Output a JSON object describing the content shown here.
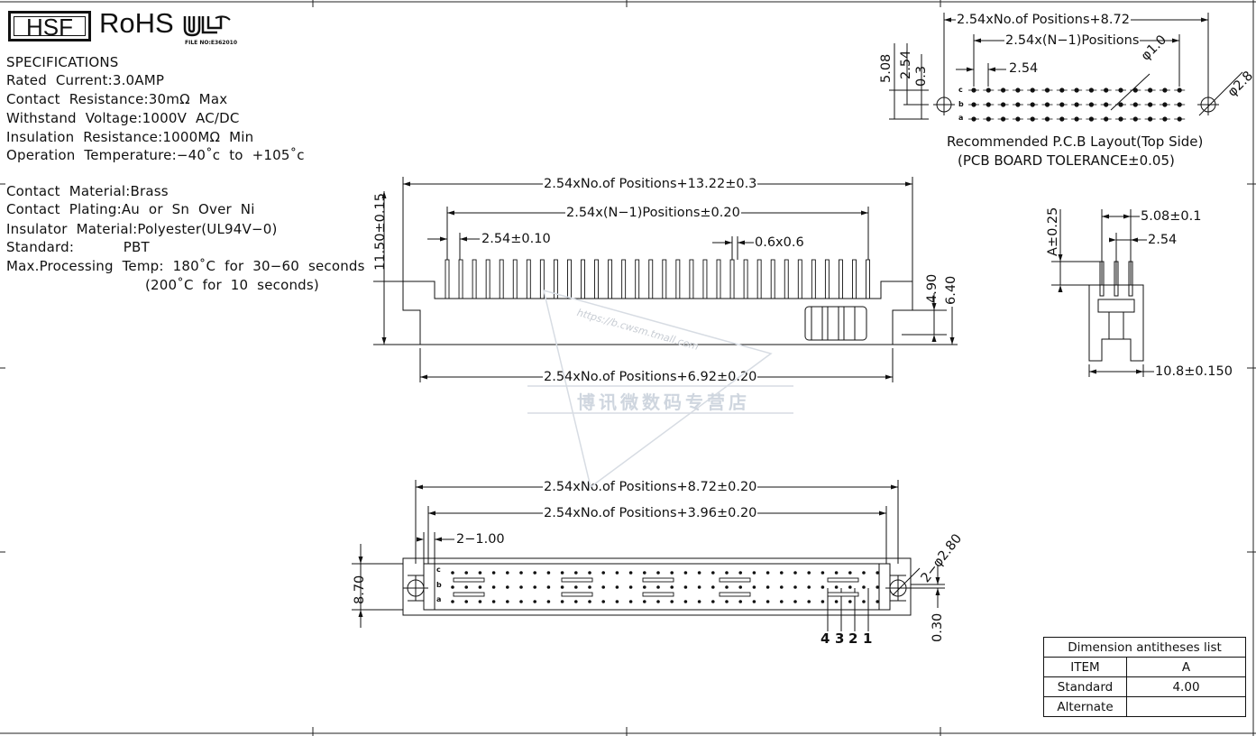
{
  "logo": {
    "brand": "HSF",
    "rohs": "RoHS",
    "file_no": "FILE NO:E362010"
  },
  "specifications": {
    "heading": "SPECIFICATIONS",
    "lines": [
      "Rated  Current:3.0AMP",
      "Contact  Resistance:30mΩ  Max",
      "Withstand  Voltage:1000V  AC/DC",
      "Insulation  Resistance:1000MΩ  Min",
      "Operation  Temperature:−40˚c  to  +105˚c"
    ],
    "lines2": [
      "Contact  Material:Brass",
      "Contact  Plating:Au  or  Sn  Over  Ni",
      "Insulator  Material:Polyester(UL94V−0)",
      "Standard:           PBT",
      "Max.Processing  Temp:  180˚C  for  30−60  seconds",
      "                               (200˚C  for  10  seconds)"
    ]
  },
  "pcb_layout": {
    "dim_total": "2.54xNo.of  Positions+8.72",
    "dim_n1": "2.54x(N−1)Positions",
    "dim_pitch": "2.54",
    "dim_hole": "φ1.0",
    "dim_mount": "φ2.8",
    "v_508": "5.08",
    "v_254": "2.54",
    "v_03": "0.3",
    "rows": [
      "c",
      "b",
      "a"
    ],
    "caption": "Recommended  P.C.B  Layout(Top  Side)",
    "tolerance": "(PCB  BOARD  TOLERANCE±0.05)"
  },
  "side_view": {
    "dim_total": "2.54xNo.of  Positions+13.22±0.3",
    "dim_n1": "2.54x(N−1)Positions±0.20",
    "dim_pitch": "2.54±0.10",
    "dim_pin": "0.6x0.6",
    "dim_bottom": "2.54xNo.of  Positions+6.92±0.20",
    "v_height": "11.50±0.15",
    "v_490": "4.90",
    "v_640": "6.40"
  },
  "end_view": {
    "dim_508": "5.08±0.1",
    "dim_254": "2.54",
    "v_a": "A±0.25",
    "dim_width": "10.8±0.150"
  },
  "top_view": {
    "dim_total": "2.54xNo.of  Positions+8.72±0.20",
    "dim_inner": "2.54xNo.of  Positions+3.96±0.20",
    "dim_tab": "2−1.00",
    "dim_hole": "2−φ2.80",
    "v_870": "8.70",
    "v_030": "0.30",
    "rows": [
      "c",
      "b",
      "a"
    ],
    "pin_numbers": [
      "4",
      "3",
      "2",
      "1"
    ]
  },
  "watermark": {
    "url": "https://b.cwsm.tmall.com",
    "shop": "博讯微数码专营店"
  },
  "dimension_list": {
    "title": "Dimension  antitheses  list",
    "header": [
      "ITEM",
      "A"
    ],
    "rows": [
      [
        "Standard",
        "4.00"
      ],
      [
        "Alternate",
        ""
      ]
    ]
  }
}
